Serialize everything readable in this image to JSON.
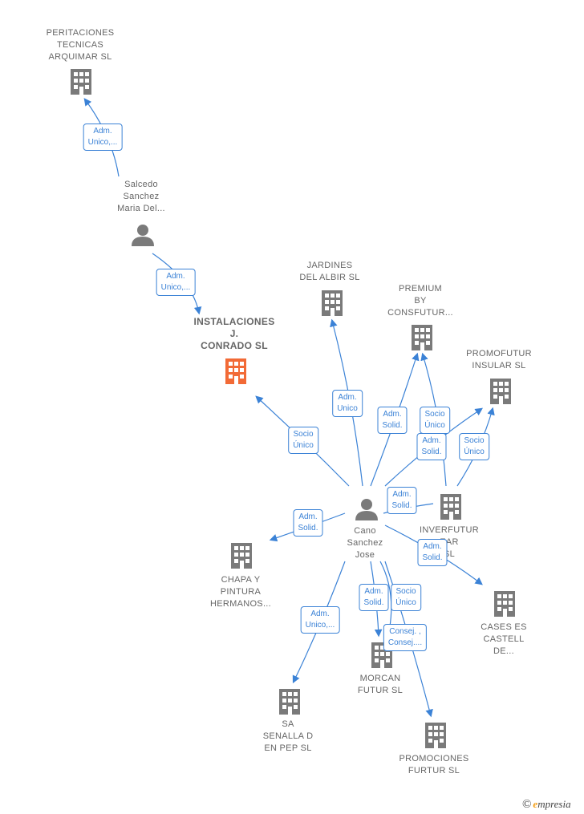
{
  "colors": {
    "building": "#7a7a7a",
    "highlight": "#f26a36",
    "edge": "#3b82d6",
    "person": "#7a7a7a"
  },
  "nodes": [
    {
      "id": "peritaciones",
      "label": "PERITACIONES\nTECNICAS\nARQUIMAR  SL",
      "kind": "company"
    },
    {
      "id": "salcedo",
      "label": "Salcedo\nSanchez\nMaria Del...",
      "kind": "person"
    },
    {
      "id": "instalaciones",
      "label": "INSTALACIONES\nJ.\nCONRADO  SL",
      "kind": "company-main"
    },
    {
      "id": "jardines",
      "label": "JARDINES\nDEL ALBIR  SL",
      "kind": "company"
    },
    {
      "id": "premium",
      "label": "PREMIUM\nBY\nCONSFUTUR...",
      "kind": "company"
    },
    {
      "id": "promofutur",
      "label": "PROMOFUTUR\nINSULAR SL",
      "kind": "company"
    },
    {
      "id": "cano",
      "label": "Cano\nSanchez\nJose",
      "kind": "person"
    },
    {
      "id": "inverfutur",
      "label": "INVERFUTUR\nEAR\nSL",
      "kind": "company"
    },
    {
      "id": "chapa",
      "label": "CHAPA Y\nPINTURA\nHERMANOS...",
      "kind": "company"
    },
    {
      "id": "cases",
      "label": "CASES ES\nCASTELL\nDE...",
      "kind": "company"
    },
    {
      "id": "morcan",
      "label": "MORCAN\nFUTUR  SL",
      "kind": "company"
    },
    {
      "id": "sasenalla",
      "label": "SA\nSENALLA D\nEN PEP  SL",
      "kind": "company"
    },
    {
      "id": "promociones",
      "label": "PROMOCIONES\nFURTUR SL",
      "kind": "company"
    }
  ],
  "edge_labels": [
    "Adm.\nUnico,...",
    "Adm.\nUnico,...",
    "Socio\nÚnico",
    "Adm.\nUnico",
    "Adm.\nSolid.",
    "Socio\nÚnico",
    "Adm.\nSolid.",
    "Socio\nÚnico",
    "Adm.\nSolid.",
    "Adm.\nSolid.",
    "Adm.\nSolid.",
    "Adm.\nSolid.",
    "Socio\nÚnico",
    "Consej. ,\nConsej....",
    "Adm.\nUnico,..."
  ],
  "brand": {
    "copyright": "©",
    "initial": "e",
    "rest": "mpresia"
  }
}
